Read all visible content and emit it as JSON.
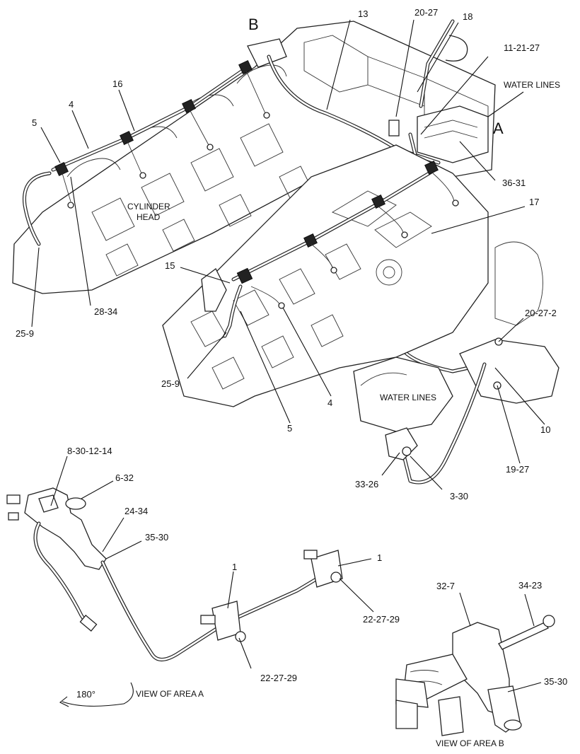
{
  "callouts": [
    {
      "id": "c13",
      "text": "13"
    },
    {
      "id": "c20-27",
      "text": "20-27"
    },
    {
      "id": "c18",
      "text": "18"
    },
    {
      "id": "c11-21-27",
      "text": "11-21-27"
    },
    {
      "id": "c16",
      "text": "16"
    },
    {
      "id": "c4a",
      "text": "4"
    },
    {
      "id": "c5a",
      "text": "5"
    },
    {
      "id": "c36-31",
      "text": "36-31"
    },
    {
      "id": "c17",
      "text": "17"
    },
    {
      "id": "c15",
      "text": "15"
    },
    {
      "id": "c28-34",
      "text": "28-34"
    },
    {
      "id": "c25-9a",
      "text": "25-9"
    },
    {
      "id": "c20-27-2",
      "text": "20-27-2"
    },
    {
      "id": "c25-9b",
      "text": "25-9"
    },
    {
      "id": "c4b",
      "text": "4"
    },
    {
      "id": "c5b",
      "text": "5"
    },
    {
      "id": "c10",
      "text": "10"
    },
    {
      "id": "c19-27",
      "text": "19-27"
    },
    {
      "id": "c33-26",
      "text": "33-26"
    },
    {
      "id": "c3-30",
      "text": "3-30"
    },
    {
      "id": "c8-30-12-14",
      "text": "8-30-12-14"
    },
    {
      "id": "c6-32",
      "text": "6-32"
    },
    {
      "id": "c24-34",
      "text": "24-34"
    },
    {
      "id": "c35-30a",
      "text": "35-30"
    },
    {
      "id": "c1a",
      "text": "1"
    },
    {
      "id": "c1b",
      "text": "1"
    },
    {
      "id": "c22-27-29a",
      "text": "22-27-29"
    },
    {
      "id": "c22-27-29b",
      "text": "22-27-29"
    },
    {
      "id": "c32-7",
      "text": "32-7"
    },
    {
      "id": "c34-23",
      "text": "34-23"
    },
    {
      "id": "c35-30b",
      "text": "35-30"
    }
  ],
  "area_letters": {
    "a": "A",
    "b": "B"
  },
  "labels": {
    "water_lines_top": "WATER LINES",
    "water_lines_mid": "WATER LINES",
    "cylinder_head_1": "CYLINDER",
    "cylinder_head_2": "HEAD"
  },
  "captions": {
    "view_a": "VIEW OF AREA  A",
    "view_b": "VIEW OF AREA  B",
    "rotation": "180°"
  }
}
